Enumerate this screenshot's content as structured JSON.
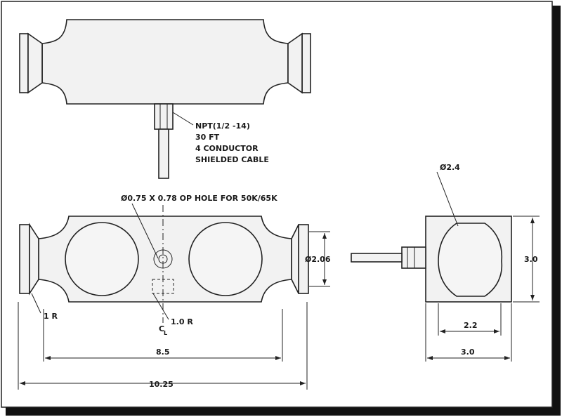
{
  "drawing": {
    "cable_note": [
      "NPT(1/2 -14)",
      "30 FT",
      "4 CONDUCTOR",
      "SHIELDED CABLE"
    ],
    "hole_note": "Ø0.75 X 0.78 OP HOLE FOR 50K/65K",
    "diameter_end": "Ø2.06",
    "diameter_side": "Ø2.4",
    "radius_end": "1 R",
    "radius_center": "1.0 R",
    "centerline_symbol": "C",
    "centerline_sub": "L",
    "dim_inner_length": "8.5",
    "dim_total_length": "10.25",
    "dim_side_height": "3.0",
    "dim_side_inner_width": "2.2",
    "dim_side_width": "3.0"
  }
}
